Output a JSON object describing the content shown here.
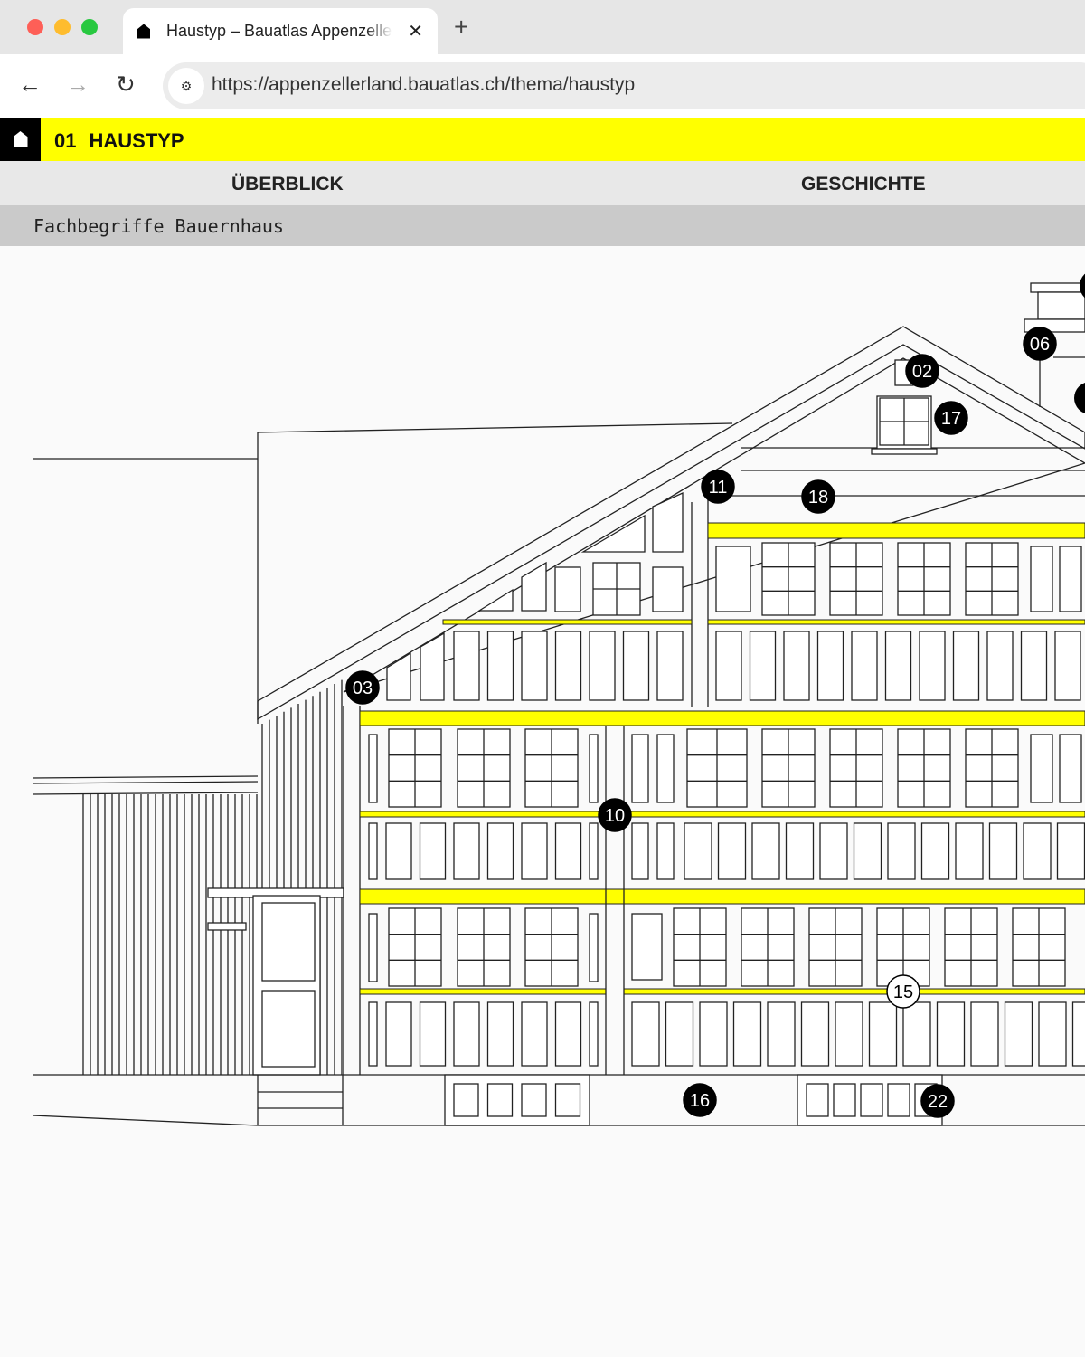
{
  "browser": {
    "traffic_lights": {
      "close": "#fe5f57",
      "minimize": "#febc2e",
      "maximize": "#28c840"
    },
    "tab_title": "Haustyp – Bauatlas Appenzellerland",
    "tab_close": "✕",
    "new_tab": "+",
    "back": "←",
    "forward": "→",
    "reload": "↻",
    "url": "https://appenzellerland.bauatlas.ch/thema/haustyp"
  },
  "site": {
    "accent": "#ffff00",
    "section_number": "01",
    "section_title": "HAUSTYP",
    "tabs": [
      {
        "label": "ÜBERBLICK"
      },
      {
        "label": "GESCHICHTE"
      }
    ],
    "breadcrumb": "Fachbegriffe Bauernhaus"
  },
  "markers": [
    {
      "label": "02",
      "style": "dark"
    },
    {
      "label": "06",
      "style": "dark"
    },
    {
      "label": "17",
      "style": "dark"
    },
    {
      "label": "11",
      "style": "dark"
    },
    {
      "label": "18",
      "style": "dark"
    },
    {
      "label": "03",
      "style": "dark"
    },
    {
      "label": "10",
      "style": "dark"
    },
    {
      "label": "15",
      "style": "light"
    },
    {
      "label": "16",
      "style": "dark"
    },
    {
      "label": "22",
      "style": "dark"
    }
  ]
}
